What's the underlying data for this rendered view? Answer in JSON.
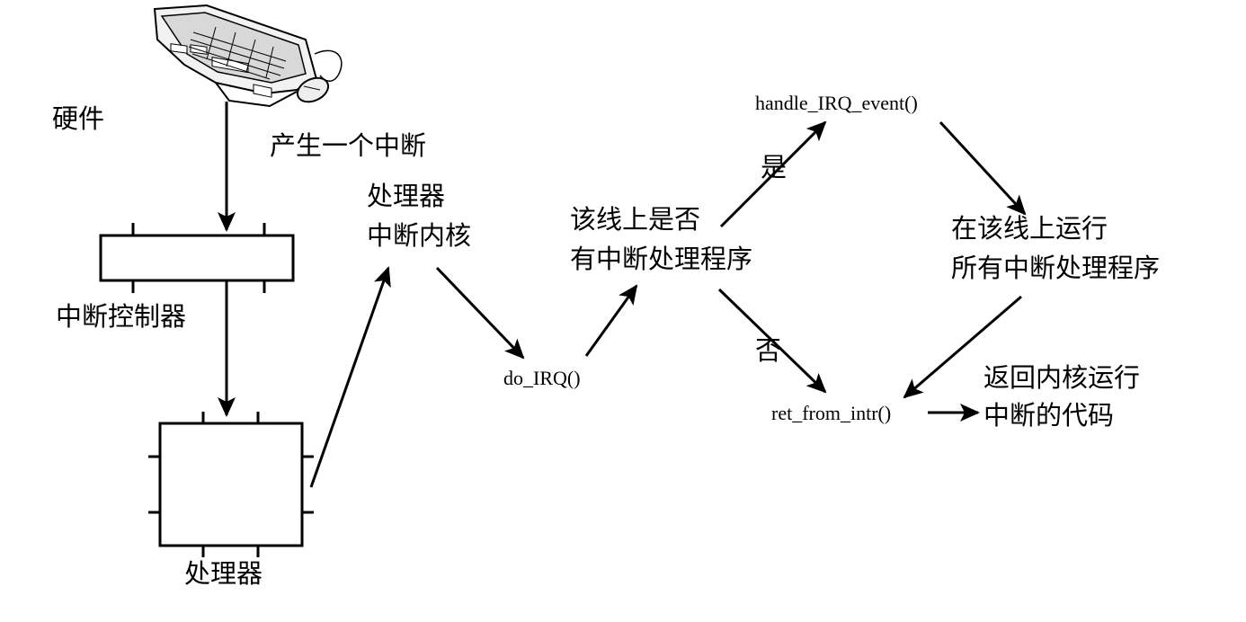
{
  "labels": {
    "hardware": "硬件",
    "generate_interrupt": "产生一个中断",
    "interrupt_controller": "中断控制器",
    "processor": "处理器",
    "processor_interrupt_kernel_line1": "处理器",
    "processor_interrupt_kernel_line2": "中断内核",
    "do_irq": "do_IRQ()",
    "has_handler_line1": "该线上是否",
    "has_handler_line2": "有中断处理程序",
    "yes": "是",
    "no": "否",
    "handle_irq_event": "handle_IRQ_event()",
    "run_all_handlers_line1": "在该线上运行",
    "run_all_handlers_line2": "所有中断处理程序",
    "ret_from_intr": "ret_from_intr()",
    "return_kernel_line1": "返回内核运行",
    "return_kernel_line2": "中断的代码"
  },
  "icons": {
    "keyboard": "keyboard-mouse-icon",
    "controller": "interrupt-controller-chip",
    "processor": "processor-chip"
  },
  "colors": {
    "line": "#000000",
    "background": "#ffffff"
  }
}
